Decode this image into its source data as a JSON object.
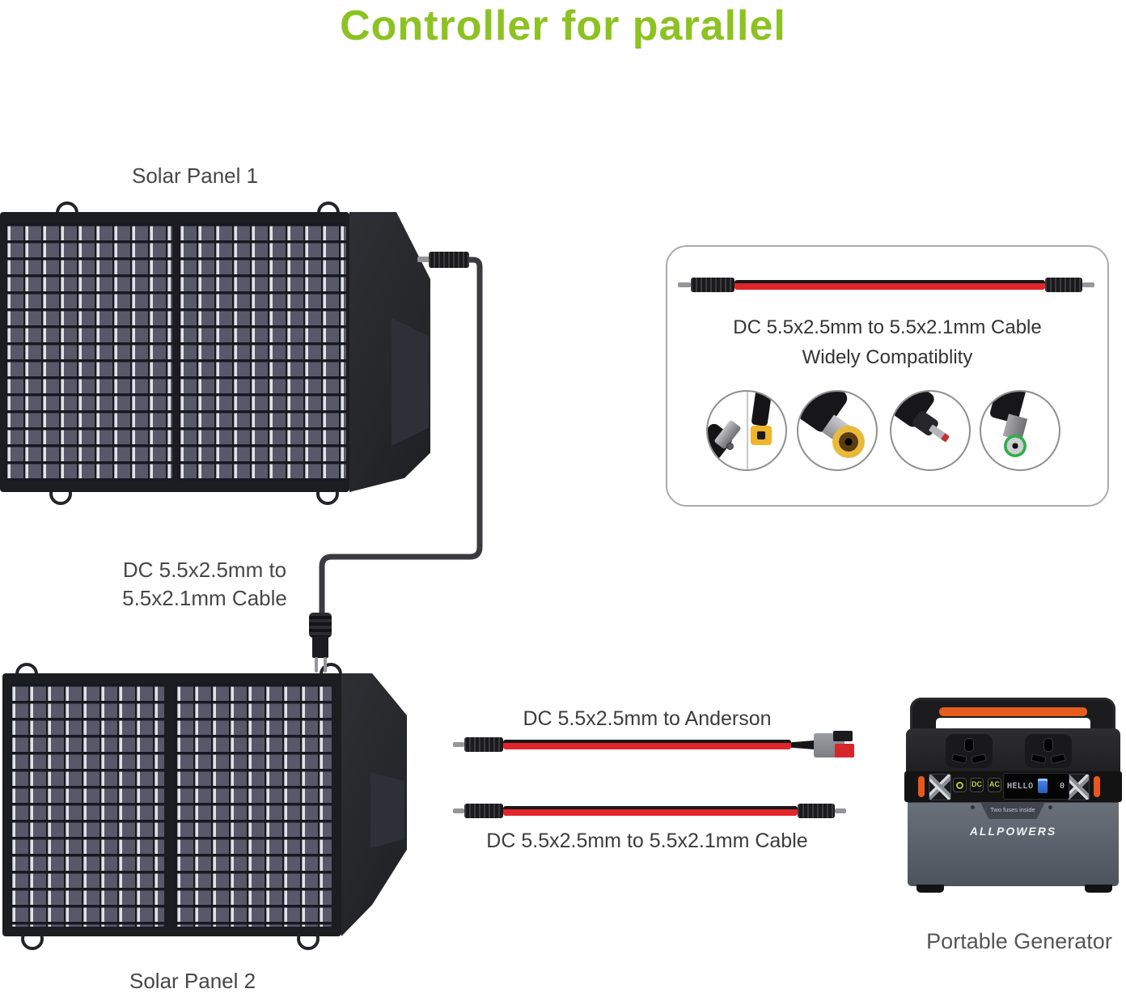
{
  "title": {
    "text": "Controller for parallel"
  },
  "solar_panels": {
    "panel1_label": "Solar Panel 1",
    "panel2_label": "Solar Panel 2"
  },
  "series_cable_label": {
    "line1": "DC 5.5x2.5mm to",
    "line2": "5.5x2.1mm Cable"
  },
  "compatibility_box": {
    "title": "DC 5.5x2.5mm to 5.5x2.1mm Cable",
    "subtitle": "Widely Compatiblity",
    "connector_tips": [
      {
        "name": "dc-barrel-and-slim-square-tip"
      },
      {
        "name": "large-barrel-yellow-ring-tip"
      },
      {
        "name": "small-pin-red-tip"
      },
      {
        "name": "barrel-green-ring-tip"
      }
    ]
  },
  "output_cables": {
    "anderson_cable_label": "DC 5.5x2.5mm to Anderson",
    "dc_cable_label": "DC 5.5x2.5mm to 5.5x2.1mm Cable"
  },
  "generator": {
    "label": "Portable Generator",
    "brand": "ALLPOWERS",
    "fuse_note": "Two fuses inside",
    "dc_button": "DC",
    "ac_button": "AC",
    "lcd_text": "HELLO",
    "lcd_value": "0"
  },
  "icons": {
    "panel": [
      "hanging-loop-icon"
    ],
    "generator": [
      "ac-outlet-icon",
      "fan-grille-icon",
      "wireless-charge-icon",
      "battery-icon"
    ]
  },
  "colors": {
    "accent_green": "#8cc221",
    "cable_red": "#e2252b",
    "handle_orange": "#e65c1e",
    "panel_cell": "#575969"
  }
}
